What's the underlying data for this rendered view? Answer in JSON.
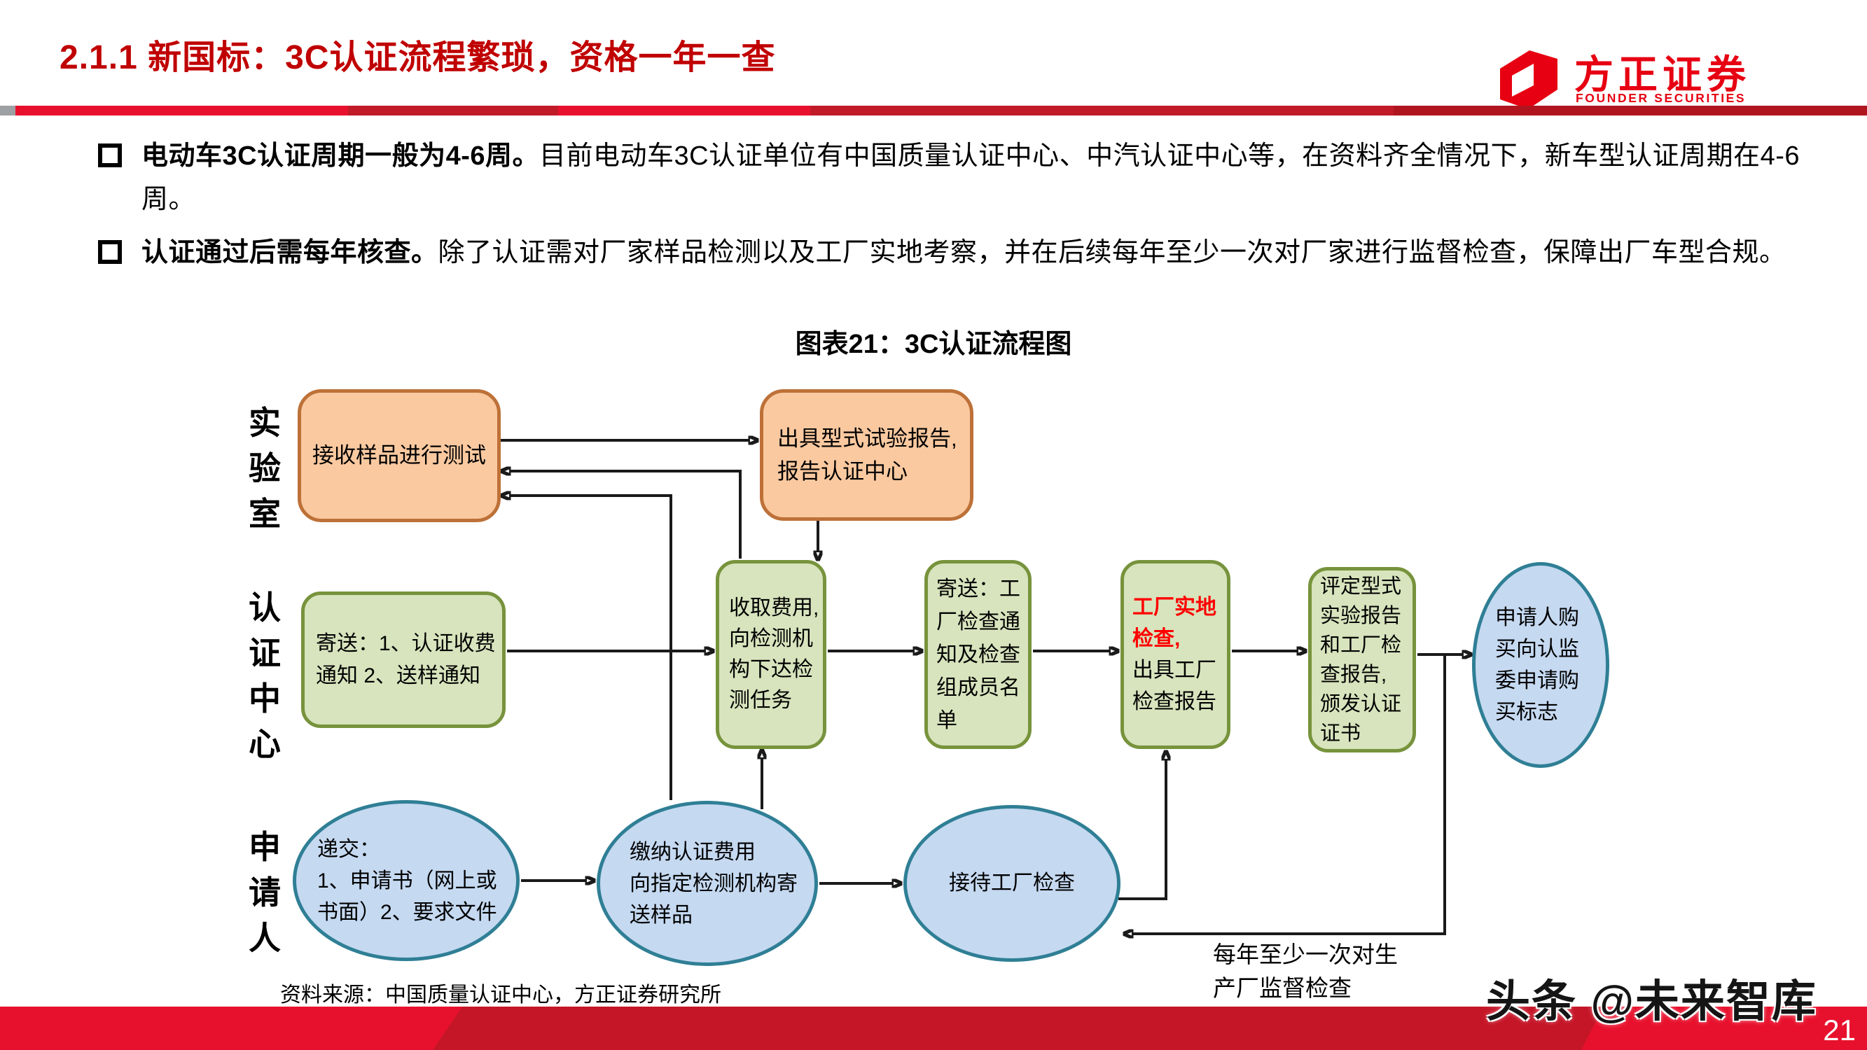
{
  "header": {
    "title": "2.1.1 新国标：3C认证流程繁琐，资格一年一查",
    "logo_cn": "方正证券",
    "logo_en": "FOUNDER SECURITIES"
  },
  "bullets": [
    {
      "bold": "电动车3C认证周期一般为4-6周。",
      "rest": "目前电动车3C认证单位有中国质量认证中心、中汽认证中心等，在资料齐全情况下，新车型认证周期在4-6周。"
    },
    {
      "bold": "认证通过后需每年核查。",
      "rest": "除了认证需对厂家样品检测以及工厂实地考察，并在后续每年至少一次对厂家进行监督检查，保障出厂车型合规。"
    }
  ],
  "figure": {
    "title": "图表21：3C认证流程图",
    "row_labels": {
      "lab": [
        "实",
        "验",
        "室"
      ],
      "cert_center": [
        "认",
        "证",
        "中",
        "心"
      ],
      "applicant": [
        "申",
        "请",
        "人"
      ]
    },
    "nodes": {
      "lab_receive": "接收样品进行测试",
      "lab_report": [
        "出具型式试验报告,",
        "报告认证中心"
      ],
      "send_notice": [
        "寄送：1、认证收费",
        "通知 2、送样通知"
      ],
      "collect_fee": [
        "收取费用,",
        "向检测机",
        "构下达检",
        "测任务"
      ],
      "factory_notice": [
        "寄送：工",
        "厂检查通",
        "知及检查",
        "组成员名",
        "单"
      ],
      "onsite_red": [
        "工厂实地",
        "检查,"
      ],
      "onsite_black": [
        "出具工厂",
        "检查报告"
      ],
      "evaluate": [
        "评定型式",
        "实验报告",
        "和工厂检",
        "查报告,",
        "颁发认证",
        "证书"
      ],
      "buy_mark": [
        "申请人购",
        "买向认监",
        "委申请购",
        "买标志"
      ],
      "submit": [
        "递交：",
        "1、申请书（网上或",
        "书面）2、要求文件"
      ],
      "pay_fee": [
        "缴纳认证费用",
        "向指定检测机构寄",
        "送样品"
      ],
      "host_inspection": "接待工厂检查"
    },
    "annual_note": [
      "每年至少一次对生",
      "产厂监督检查"
    ],
    "source": "资料来源：中国质量认证中心，方正证券研究所"
  },
  "footer": {
    "watermark": "头条 @未来智库",
    "page_number": "21"
  },
  "colors": {
    "title_red": "#c00000",
    "brand_red": "#e60012",
    "bar_red": "#e8112d",
    "bar_red_dark": "#c51628",
    "orange_box_fill": "#fac9a0",
    "orange_box_border": "#bd7138",
    "green_box_fill": "#d7e4bd",
    "green_box_border": "#77933c",
    "ellipse_fill": "#c5d9f1",
    "ellipse_border": "#2f7f95",
    "highlight_text": "#ff0000"
  }
}
